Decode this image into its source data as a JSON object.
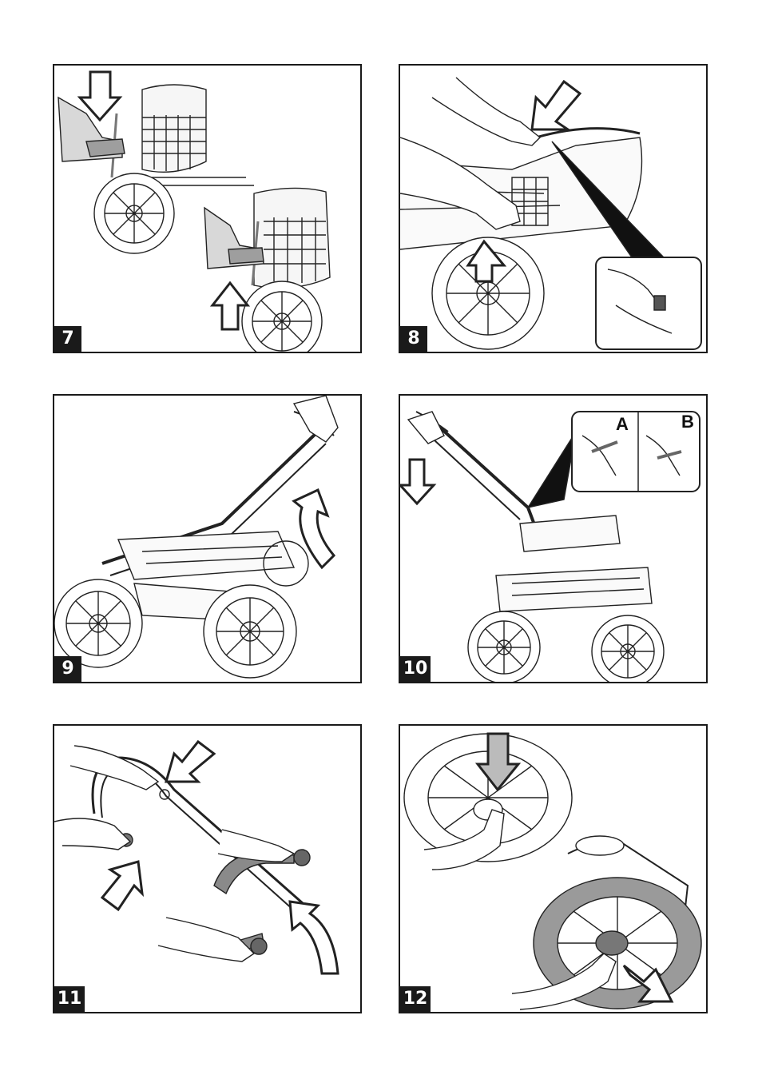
{
  "figures": [
    {
      "number": "7"
    },
    {
      "number": "8"
    },
    {
      "number": "9"
    },
    {
      "number": "10",
      "inset_labels": [
        "A",
        "B"
      ]
    },
    {
      "number": "11"
    },
    {
      "number": "12"
    }
  ]
}
